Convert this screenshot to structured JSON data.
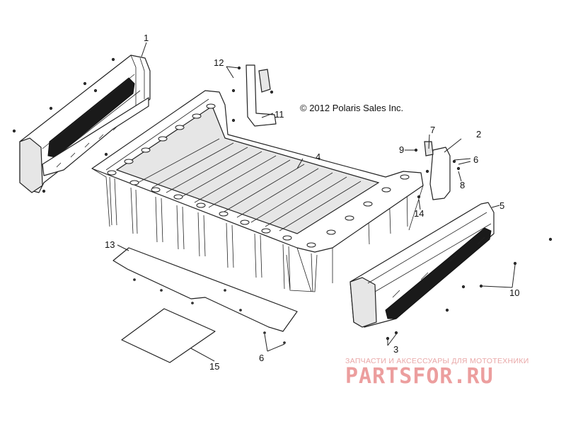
{
  "copyright": "© 2012 Polaris Sales Inc.",
  "watermark": {
    "tagline": "ЗАПЧАСТИ И АКСЕССУАРЫ ДЛЯ МОТОТЕХНИКИ",
    "brand": "PARTSFOR.RU"
  },
  "callouts": [
    "1",
    "2",
    "3",
    "4",
    "5",
    "6",
    "6",
    "7",
    "8",
    "9",
    "10",
    "11",
    "12",
    "13",
    "14",
    "15"
  ],
  "colors": {
    "line": "#222222",
    "panel_dark": "#1a1a1a",
    "watermark": "#ec9e9e"
  }
}
